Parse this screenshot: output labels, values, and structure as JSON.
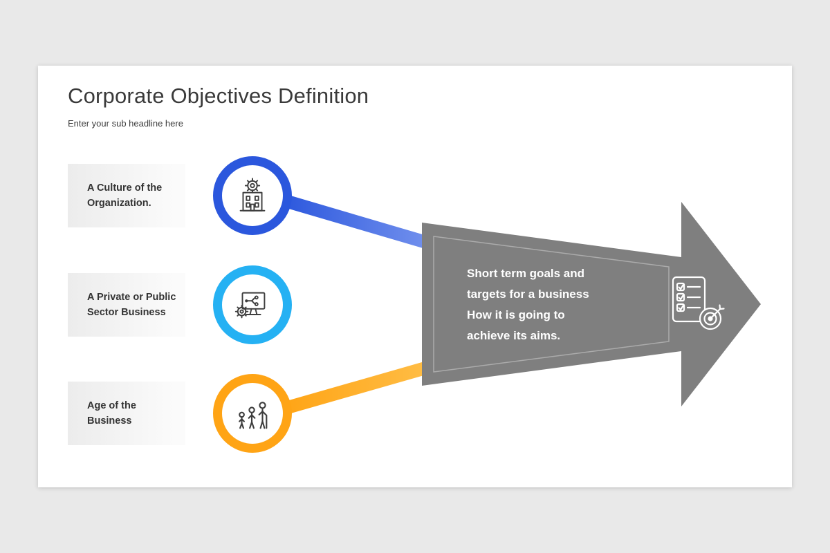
{
  "slide": {
    "title": "Corporate Objectives Definition",
    "subtitle": "Enter your sub headline here"
  },
  "items": [
    {
      "label": "A Culture of the\nOrganization.",
      "icon": "building-gear-icon",
      "color": "#2b57dd",
      "color_light": "#7e9af0"
    },
    {
      "label": "A Private or Public\nSector Business",
      "icon": "monitor-circuit-icon",
      "color": "#25b1f3",
      "color_light": "#55c5fa"
    },
    {
      "label": "Age of the\nBusiness",
      "icon": "people-growth-icon",
      "color": "#ffa415",
      "color_light": "#ffc14d"
    }
  ],
  "arrow": {
    "text_lines": [
      "Short term goals and",
      "targets for a business",
      "How it is going to",
      "achieve its aims."
    ],
    "icon": "checklist-target-icon",
    "color": "#7f7f7f",
    "text_color": "#ffffff"
  },
  "colors": {
    "page_background": "#e9e9e9",
    "slide_background": "#ffffff",
    "label_box_background": "#ececec",
    "title_color": "#3a3a3a",
    "icon_stroke": "#3e3e3e"
  }
}
